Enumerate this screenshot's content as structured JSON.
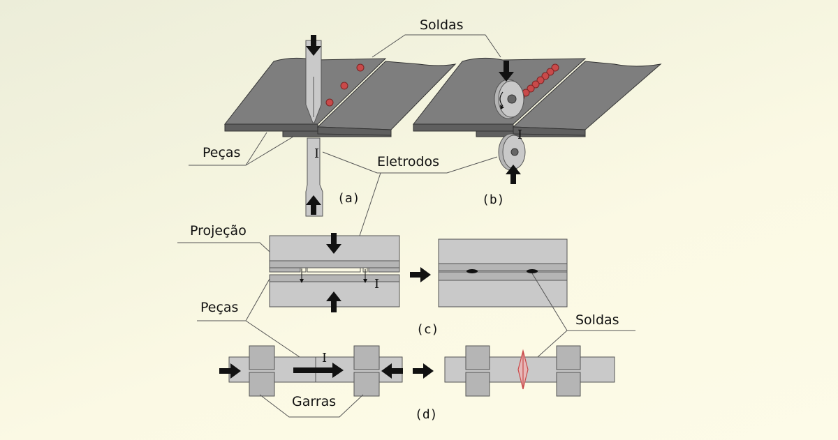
{
  "labels": {
    "soldas_top": "Soldas",
    "pecas_top": "Peças",
    "eletrodos": "Eletrodos",
    "a": "(a)",
    "b": "(b)",
    "projecao": "Projeção",
    "pecas_mid": "Peças",
    "soldas_mid": "Soldas",
    "c": "(c)",
    "garras": "Garras",
    "d": "(d)",
    "current_a": "I",
    "current_b": "I",
    "current_c": "I",
    "current_d": "I"
  },
  "colors": {
    "plate": "#7e7e7e",
    "electrode": "#c9c9c9",
    "weld": "#c94a4a",
    "arrow": "#111111"
  }
}
